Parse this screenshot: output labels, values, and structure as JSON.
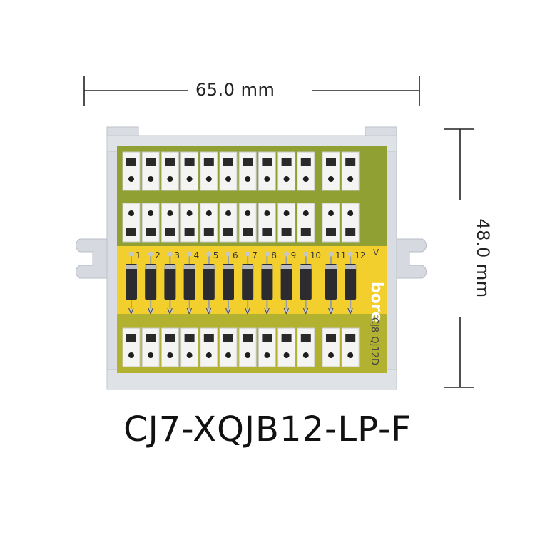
{
  "dimensions": {
    "width": "65.0 mm",
    "height": "48.0 mm"
  },
  "product": {
    "model": "CJ7-XQJB12-LP-F",
    "brand": "bore",
    "board_code": "CJ8-QJ12D"
  },
  "channels": [
    "1",
    "2",
    "3",
    "4",
    "5",
    "6",
    "7",
    "8",
    "9",
    "10",
    "11",
    "12"
  ],
  "v_label": "V",
  "colors": {
    "pcb": "#f2cf2c",
    "housing": "#d9dde3",
    "terminal": "#f4f4f2",
    "diode": "#2c2c30"
  }
}
